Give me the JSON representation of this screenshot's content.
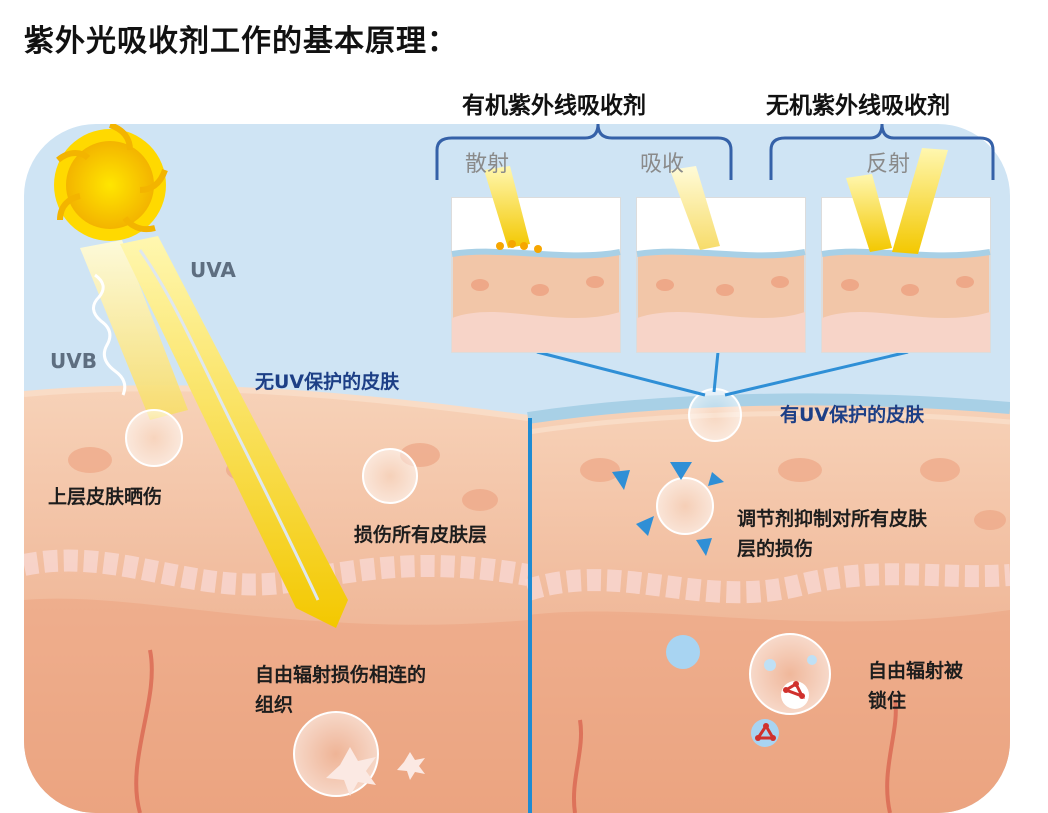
{
  "title": "紫外光吸收剂工作的基本原理：",
  "headers": {
    "organic": "有机紫外线吸收剂",
    "inorganic": "无机紫外线吸收剂"
  },
  "mechanisms": {
    "scatter": "散射",
    "absorb": "吸收",
    "reflect": "反射"
  },
  "rays": {
    "uva": "UVA",
    "uvb": "UVB"
  },
  "left": {
    "skin_label": "无UV保护的皮肤",
    "upper_damage": "上层皮肤晒伤",
    "all_damage": "损伤所有皮肤层",
    "radical_line1": "自由辐射损伤相连的",
    "radical_line2": "组织"
  },
  "right": {
    "skin_label": "有UV保护的皮肤",
    "regulate_line1": "调节剂抑制对所有皮肤",
    "regulate_line2": "层的损伤",
    "locked_line1": "自由辐射被",
    "locked_line2": "锁住"
  },
  "colors": {
    "sky": "#cfe4f4",
    "skin": "#f3c3a3",
    "sun": "#f6d100",
    "arrow": "#2f8fd6",
    "divider": "#1f8bd2",
    "bracket": "#3561a8"
  }
}
